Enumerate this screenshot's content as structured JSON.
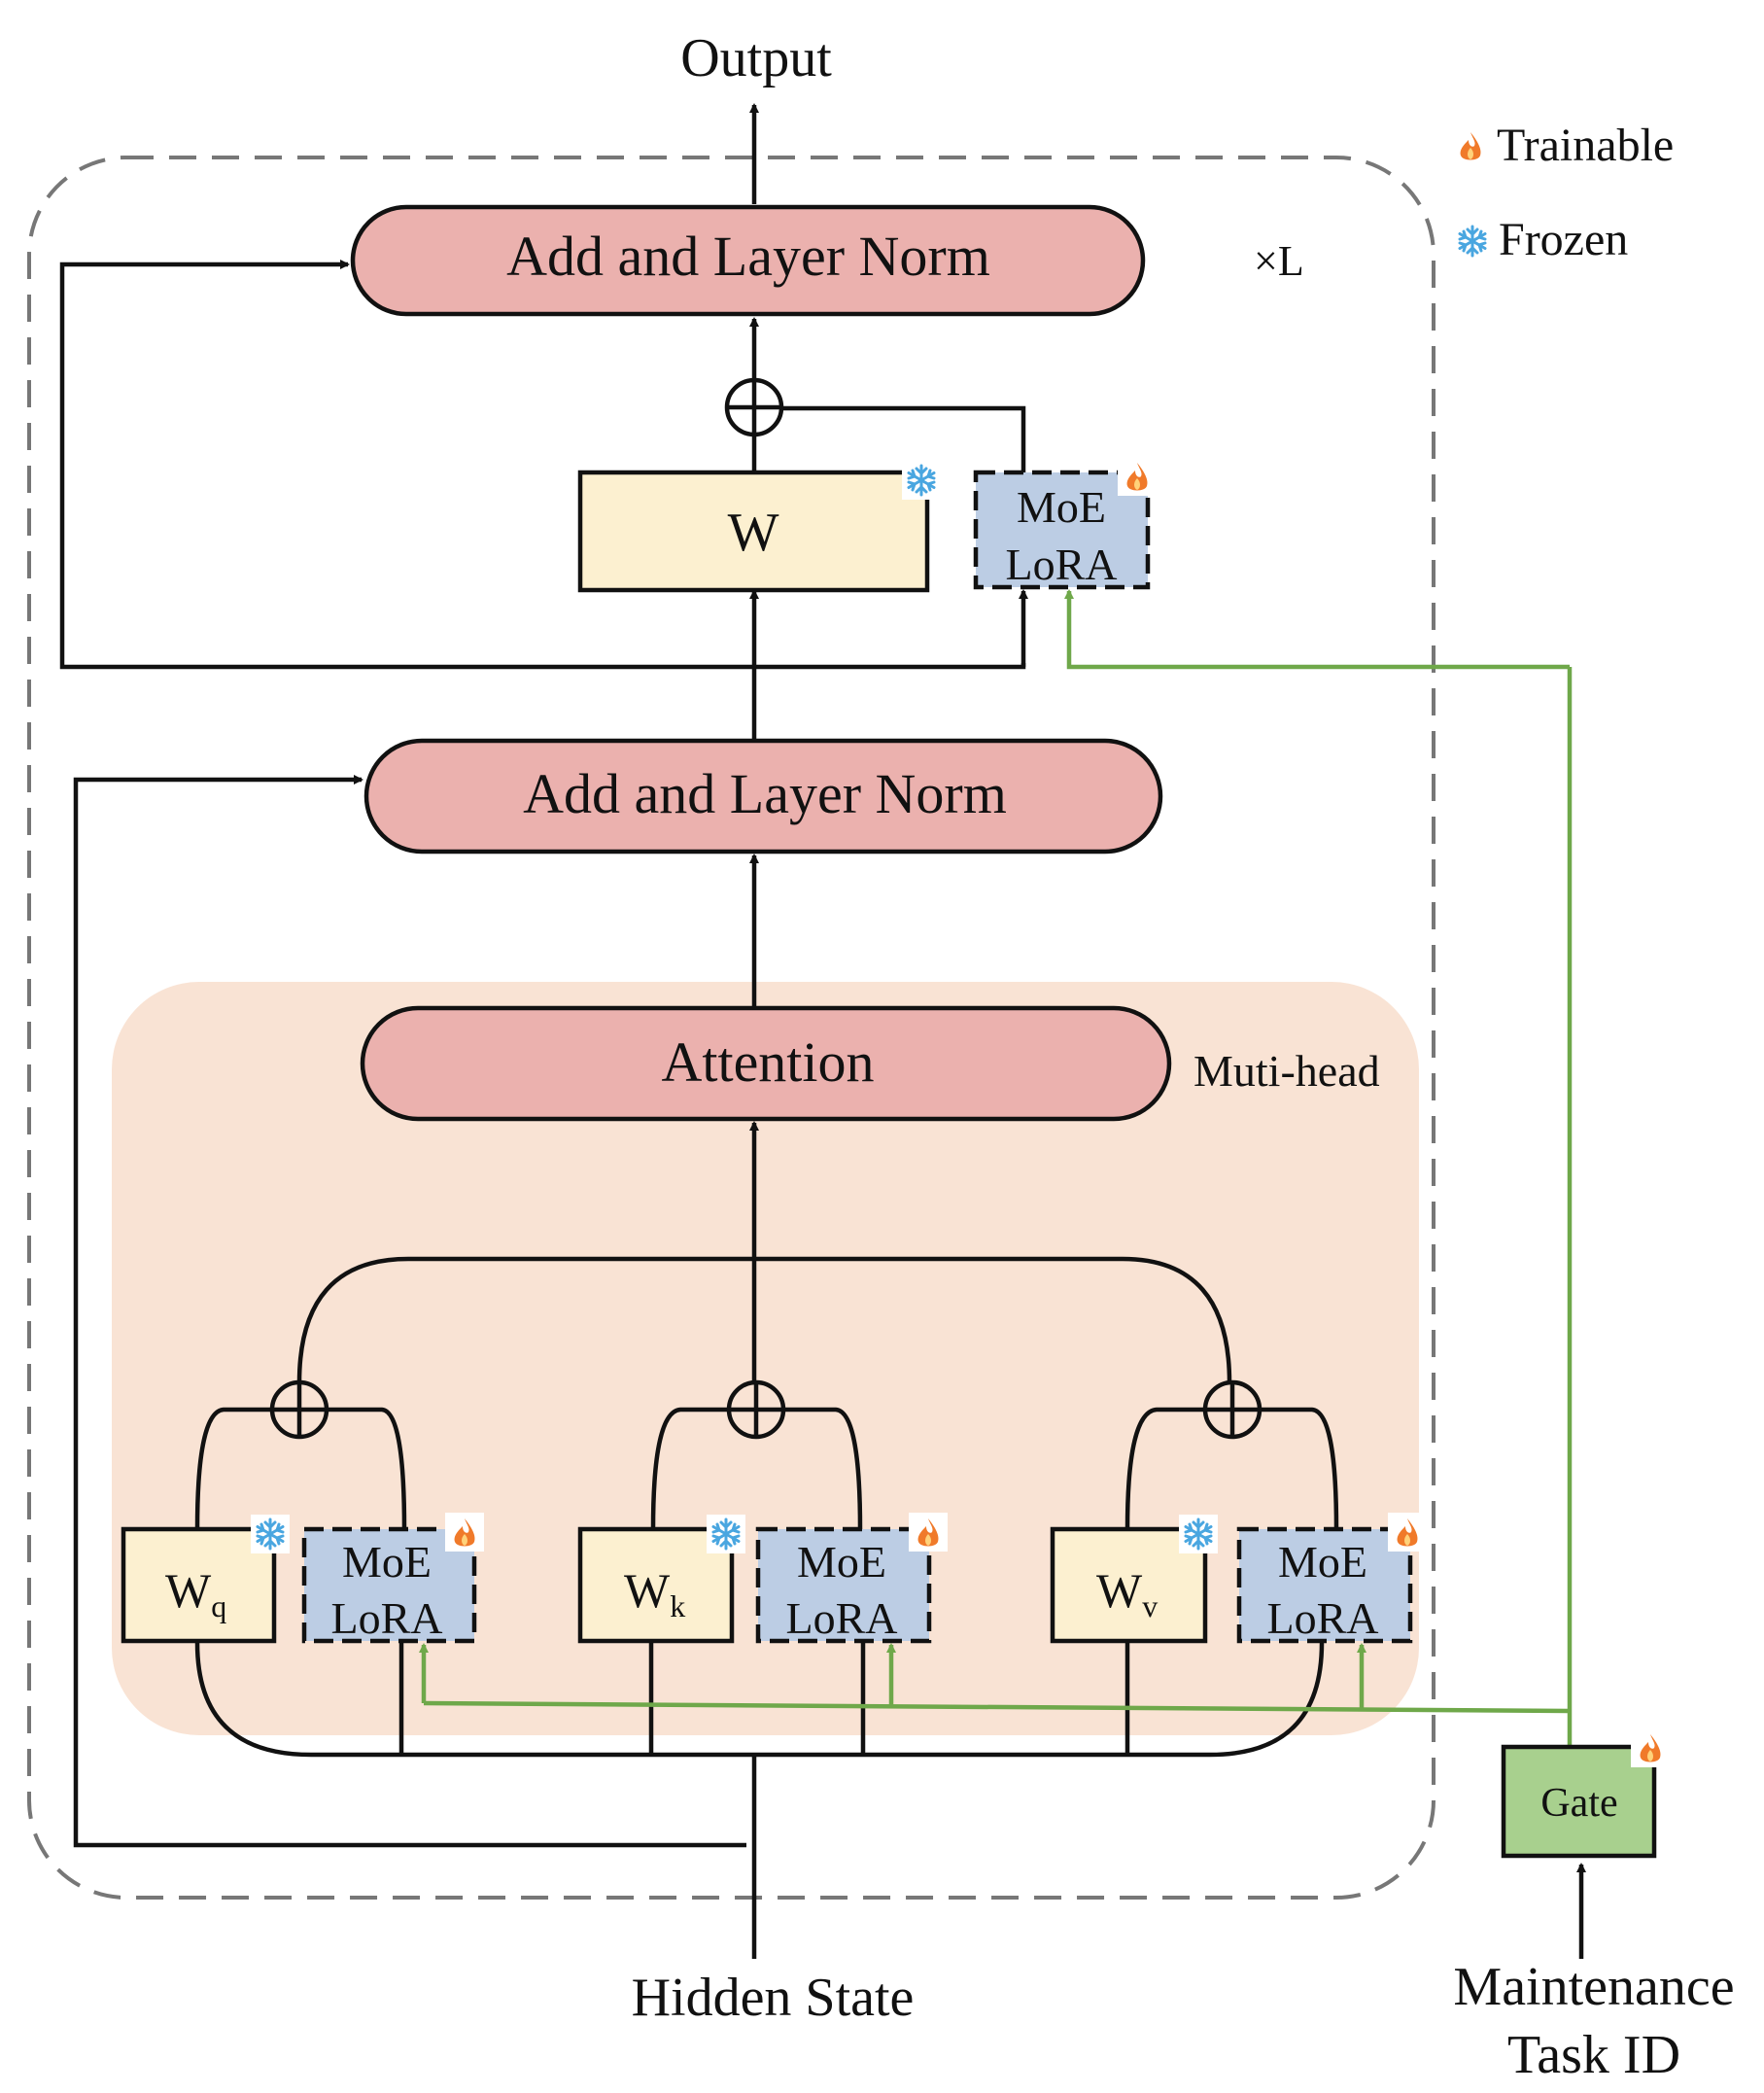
{
  "labels": {
    "output": "Output",
    "hidden_state": "Hidden State",
    "maintenance_line1": "Maintenance",
    "maintenance_line2": "Task ID",
    "repeat": "×L",
    "multi_head": "Muti-head"
  },
  "legend": {
    "trainable": "Trainable",
    "frozen": "Frozen"
  },
  "blocks": {
    "add_norm_top": "Add and Layer Norm",
    "add_norm_mid": "Add and Layer Norm",
    "attention": "Attention",
    "w": "W",
    "moe_line1": "MoE",
    "moe_line2": "LoRA",
    "gate": "Gate",
    "wq": "W",
    "wq_sub": "q",
    "wk": "W",
    "wk_sub": "k",
    "wv": "W",
    "wv_sub": "v"
  },
  "colors": {
    "norm_fill": "#ebb1ae",
    "w_fill": "#fcf0d0",
    "moe_fill": "#bccde4",
    "gate_fill": "#a8d08e",
    "attn_region": "#f9e3d4",
    "green_line": "#6fa84a",
    "flame": "#f07a2a",
    "snowflake": "#49a6e0"
  },
  "icons": {
    "trainable": "flame-icon",
    "frozen": "snowflake-icon"
  }
}
